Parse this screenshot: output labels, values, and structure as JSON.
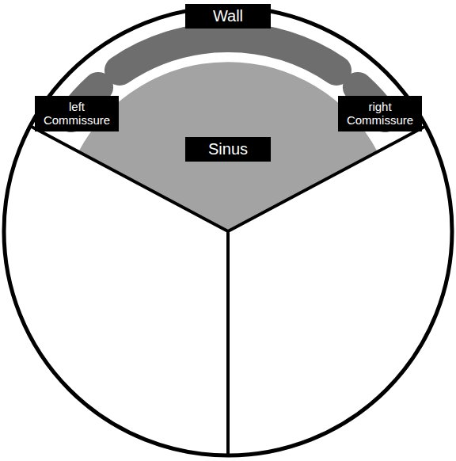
{
  "diagram": {
    "nodes": [
      {
        "text": [
          "Wall"
        ]
      },
      {
        "text": [
          "left Commissure"
        ]
      },
      {
        "text": [
          "right Commissure"
        ]
      },
      {
        "text": [
          "Sinus"
        ]
      }
    ]
  }
}
